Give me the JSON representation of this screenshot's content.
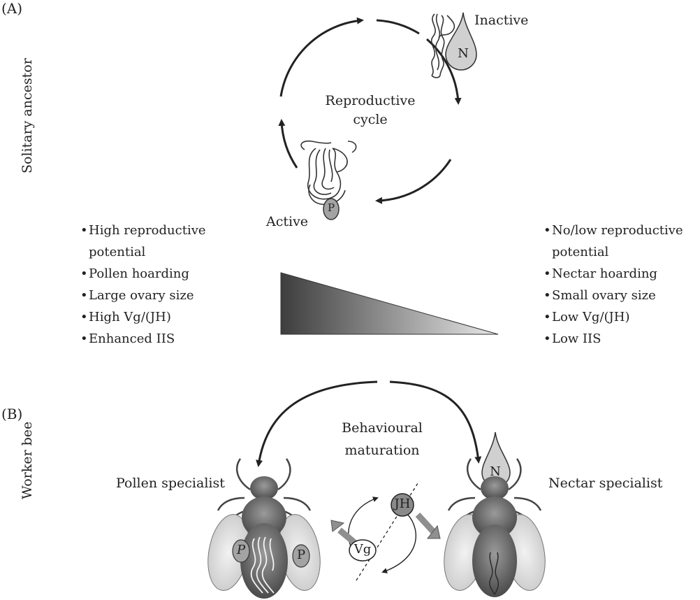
{
  "panel_a": {
    "label": "(A)",
    "side_label": "Solitary ancestor",
    "cycle_label": [
      "Reproductive",
      "cycle"
    ],
    "inactive_label": "Inactive",
    "active_label": "Active",
    "nectar_drop_letter": "N",
    "pollen_ball_letter": "P"
  },
  "left_traits": {
    "items": [
      {
        "text": "High reproductive",
        "bullet": true
      },
      {
        "text": "potential",
        "bullet": false
      },
      {
        "text": "Pollen hoarding",
        "bullet": true
      },
      {
        "text": "Large ovary size",
        "bullet": true
      },
      {
        "text": "High Vg/(JH)",
        "bullet": true
      },
      {
        "text": "Enhanced IIS",
        "bullet": true
      }
    ]
  },
  "right_traits": {
    "items": [
      {
        "text": "No/low reproductive",
        "bullet": true
      },
      {
        "text": "potential",
        "bullet": false
      },
      {
        "text": "Nectar hoarding",
        "bullet": true
      },
      {
        "text": "Small ovary size",
        "bullet": true
      },
      {
        "text": "Low Vg/(JH)",
        "bullet": true
      },
      {
        "text": "Low IIS",
        "bullet": true
      }
    ]
  },
  "panel_b": {
    "label": "(B)",
    "side_label": "Worker bee",
    "maturation_label": [
      "Behavioural",
      "maturation"
    ],
    "pollen_specialist": "Pollen specialist",
    "nectar_specialist": "Nectar specialist",
    "nectar_drop_letter": "N",
    "pollen_letter_left": "P",
    "pollen_letter_right": "P",
    "jh_label": "JH",
    "vg_label": "Vg"
  },
  "colors": {
    "gradient_dark": "#3d3d3d",
    "gradient_light": "#e8e8e8",
    "drop_fill": "#d0d0d0",
    "jh_fill": "#8a8a8a",
    "arrow_gray": "#8f8f8f",
    "bee_body": "#6e6e6e"
  }
}
